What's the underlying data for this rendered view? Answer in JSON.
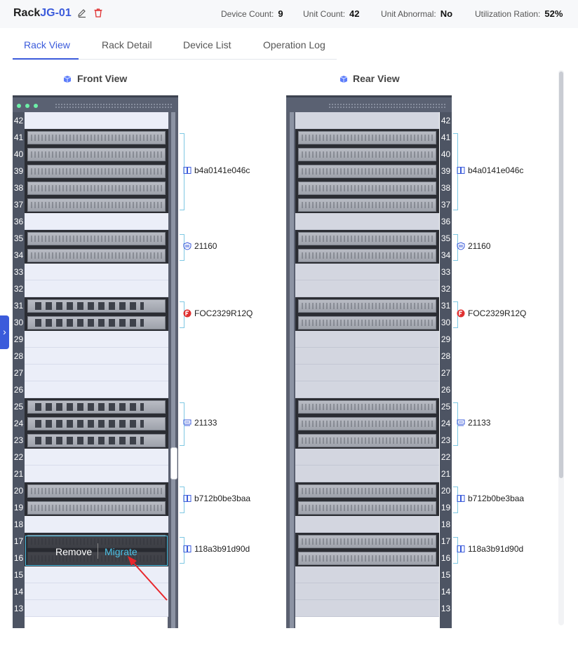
{
  "header": {
    "title_prefix": "Rack",
    "rack_id": "JG-01",
    "stats": [
      {
        "label": "Device Count:",
        "value": "9"
      },
      {
        "label": "Unit Count:",
        "value": "42"
      },
      {
        "label": "Unit Abnormal:",
        "value": "No"
      },
      {
        "label": "Utilization Ration:",
        "value": "52%"
      }
    ]
  },
  "tabs": [
    "Rack View",
    "Rack Detail",
    "Device List",
    "Operation Log"
  ],
  "views": {
    "front": "Front View",
    "rear": "Rear View"
  },
  "units_visible": [
    42,
    41,
    40,
    39,
    38,
    37,
    36,
    35,
    34,
    33,
    32,
    31,
    30,
    29,
    28,
    27,
    26,
    25,
    24,
    23,
    22,
    21,
    20,
    19,
    18,
    17,
    16,
    15,
    14,
    13
  ],
  "devices": [
    {
      "name": "b4a0141e046c",
      "top_u": 41,
      "bottom_u": 37,
      "icon": "server-icon"
    },
    {
      "name": "21160",
      "top_u": 35,
      "bottom_u": 34,
      "icon": "shield-icon"
    },
    {
      "name": "FOC2329R12Q",
      "top_u": 31,
      "bottom_u": 30,
      "icon": "firewall-icon"
    },
    {
      "name": "21133",
      "top_u": 25,
      "bottom_u": 23,
      "icon": "switch-icon"
    },
    {
      "name": "b712b0be3baa",
      "top_u": 20,
      "bottom_u": 19,
      "icon": "server-icon"
    },
    {
      "name": "118a3b91d90d",
      "top_u": 17,
      "bottom_u": 16,
      "icon": "server-icon"
    }
  ],
  "popup": {
    "remove": "Remove",
    "migrate": "Migrate"
  },
  "colors": {
    "accent": "#3b5bdb",
    "highlight": "#4cc2e6",
    "firewall": "#e03131"
  }
}
